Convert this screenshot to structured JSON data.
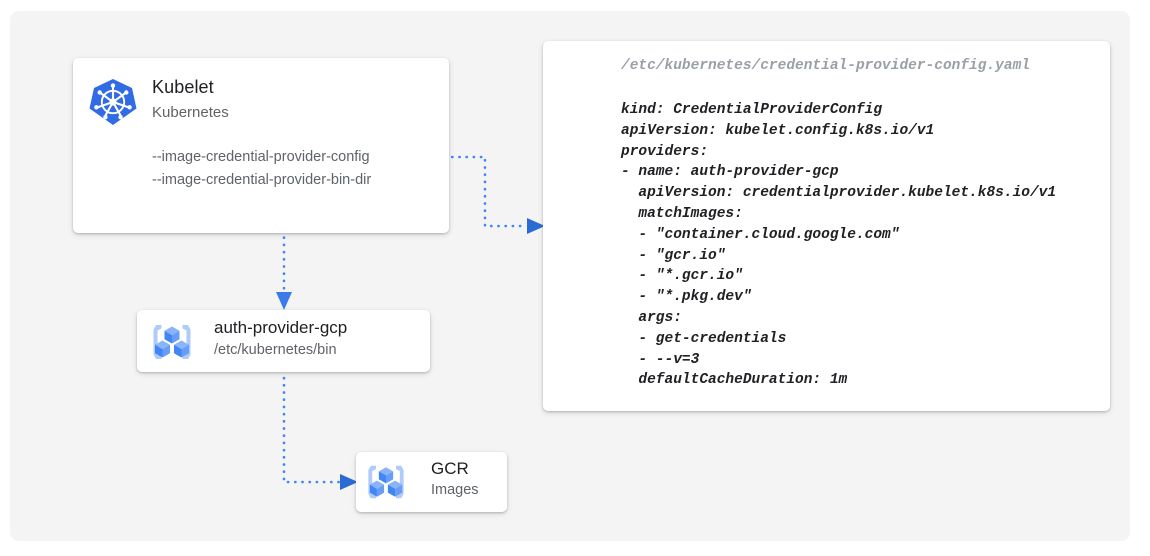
{
  "canvas": {
    "background_color": "#f4f4f4",
    "page_background": "#ffffff"
  },
  "colors": {
    "accent_blue": "#4285f4",
    "icon_blue": "#4285f4",
    "icon_light_blue": "#aecbfa",
    "kubernetes_blue": "#326ce5",
    "text_primary": "#202124",
    "text_secondary": "#5f6368",
    "text_muted": "#9aa0a6",
    "connector_blue": "#4285f4"
  },
  "nodes": {
    "kubelet": {
      "icon": "kubernetes-helm-icon",
      "title": "Kubelet",
      "subtitle": "Kubernetes",
      "flags": [
        "--image-credential-provider-config",
        "--image-credential-provider-bin-dir"
      ]
    },
    "auth_provider": {
      "icon": "container-registry-icon",
      "title": "auth-provider-gcp",
      "subtitle": "/etc/kubernetes/bin"
    },
    "gcr": {
      "icon": "container-registry-icon",
      "title": "GCR",
      "subtitle": "Images"
    }
  },
  "yaml_panel": {
    "path": "/etc/kubernetes/credential-provider-config.yaml",
    "lines": [
      "kind: CredentialProviderConfig",
      "apiVersion: kubelet.config.k8s.io/v1",
      "providers:",
      "- name: auth-provider-gcp",
      "  apiVersion: credentialprovider.kubelet.k8s.io/v1",
      "  matchImages:",
      "  - \"container.cloud.google.com\"",
      "  - \"gcr.io\"",
      "  - \"*.gcr.io\"",
      "  - \"*.pkg.dev\"",
      "  args:",
      "  - get-credentials",
      "  - --v=3",
      "  defaultCacheDuration: 1m"
    ]
  },
  "connectors": [
    {
      "name": "kubelet-config-to-yaml",
      "from": "kubelet --image-credential-provider-config",
      "to": "credential-provider-config.yaml panel",
      "style": "dotted",
      "arrow": "right"
    },
    {
      "name": "kubelet-bindir-to-auth-provider",
      "from": "kubelet --image-credential-provider-bin-dir",
      "to": "auth-provider-gcp",
      "style": "dotted",
      "arrow": "down"
    },
    {
      "name": "auth-provider-to-gcr",
      "from": "auth-provider-gcp",
      "to": "GCR",
      "style": "dotted",
      "arrow": "right"
    }
  ]
}
